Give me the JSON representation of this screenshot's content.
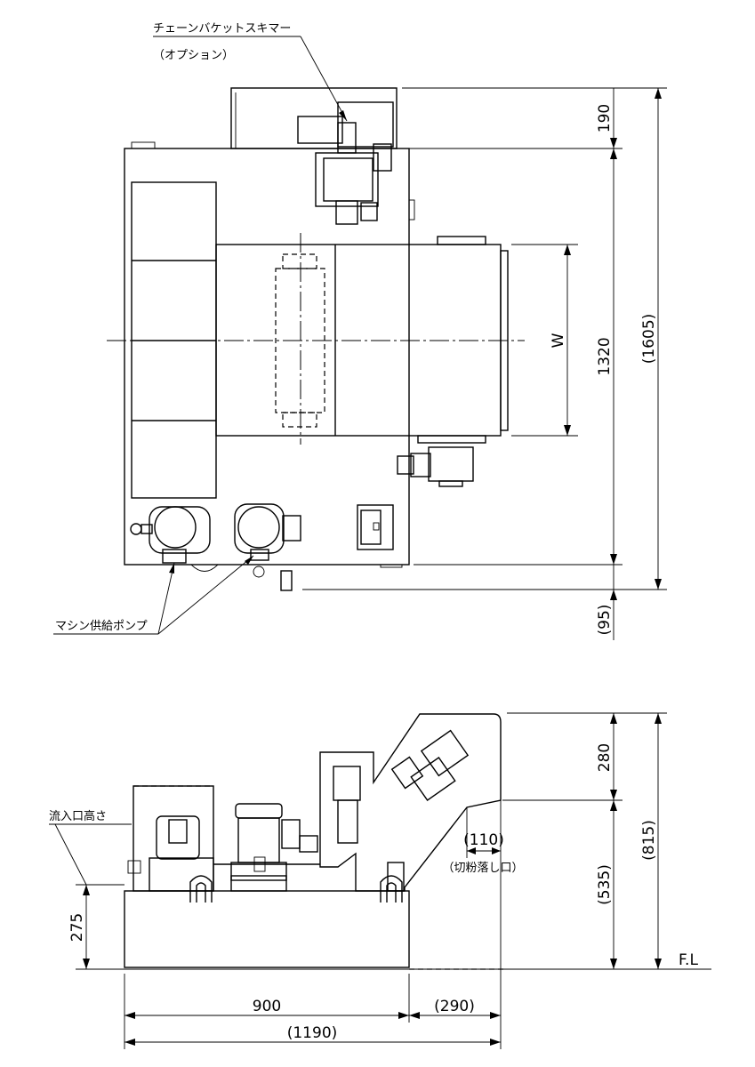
{
  "top_view": {
    "skimmer_label_1": "チェーンバケットスキマー",
    "skimmer_label_2": "（オプション）",
    "pump_label": "マシン供給ポンプ",
    "dim_190": "190",
    "dim_1320": "1320",
    "dim_1605": "(1605)",
    "dim_95": "(95)",
    "dim_w": "W"
  },
  "side_view": {
    "inlet_label": "流入口高さ",
    "dim_275": "275",
    "dim_280": "280",
    "dim_535": "(535)",
    "dim_815": "(815)",
    "dim_110": "(110)",
    "outlet_label": "（切粉落し口）",
    "floor_label": "F.L",
    "dim_900": "900",
    "dim_290": "(290)",
    "dim_1190": "(1190)"
  }
}
